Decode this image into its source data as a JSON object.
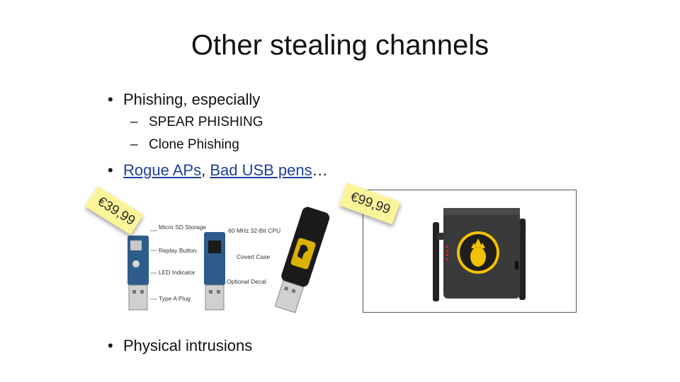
{
  "slide": {
    "title": "Other stealing channels",
    "bullets": {
      "phishing": "Phishing, especially",
      "phishing_sub": [
        "SPEAR PHISHING",
        "Clone Phishing"
      ],
      "rogue_aps": "Rogue APs",
      "separator": ", ",
      "bad_usb": "Bad USB pens",
      "ellipsis": "…",
      "physical": "Physical intrusions"
    },
    "bullet_glyph": "•",
    "dash_glyph": "–",
    "prices": {
      "usb": "€39,99",
      "router": "€99,99"
    },
    "usb_diagram_labels": {
      "micro_sd": "Micro SD Storage",
      "replay": "Replay Button",
      "led": "LED Indicator",
      "type_a": "Type A Plug",
      "cpu": "60 MHz 32-Bit CPU",
      "covert": "Covert Case",
      "decal": "Optional Decal"
    },
    "colors": {
      "link": "#1f3e9e",
      "sticky_note": "#fbf59a",
      "pcb": "#2e5c8a",
      "router_body": "#3a3a3a",
      "logo_yellow": "#f2c200"
    }
  }
}
